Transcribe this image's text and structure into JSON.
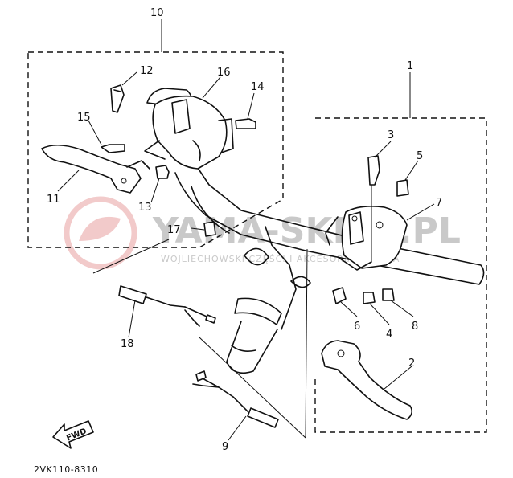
{
  "callouts": [
    {
      "id": "1",
      "label": "1"
    },
    {
      "id": "2",
      "label": "2"
    },
    {
      "id": "3",
      "label": "3"
    },
    {
      "id": "4",
      "label": "4"
    },
    {
      "id": "5",
      "label": "5"
    },
    {
      "id": "6",
      "label": "6"
    },
    {
      "id": "7",
      "label": "7"
    },
    {
      "id": "8",
      "label": "8"
    },
    {
      "id": "9",
      "label": "9"
    },
    {
      "id": "10",
      "label": "10"
    },
    {
      "id": "11",
      "label": "11"
    },
    {
      "id": "12",
      "label": "12"
    },
    {
      "id": "13",
      "label": "13"
    },
    {
      "id": "14",
      "label": "14"
    },
    {
      "id": "15",
      "label": "15"
    },
    {
      "id": "16",
      "label": "16"
    },
    {
      "id": "17",
      "label": "17"
    },
    {
      "id": "18",
      "label": "18"
    }
  ],
  "direction_label": "FWD",
  "diagram_code": "2VK110-8310",
  "watermark": {
    "text": "YAMA-SKLEP.PL",
    "subtext": "WOJLIECHOWSKI CZĘŚCI I AKCESORIA YAMAHA"
  },
  "colors": {
    "ink": "#111111",
    "watermark": "#c9c9c9",
    "watermark_logo": "#e8a0a0"
  }
}
